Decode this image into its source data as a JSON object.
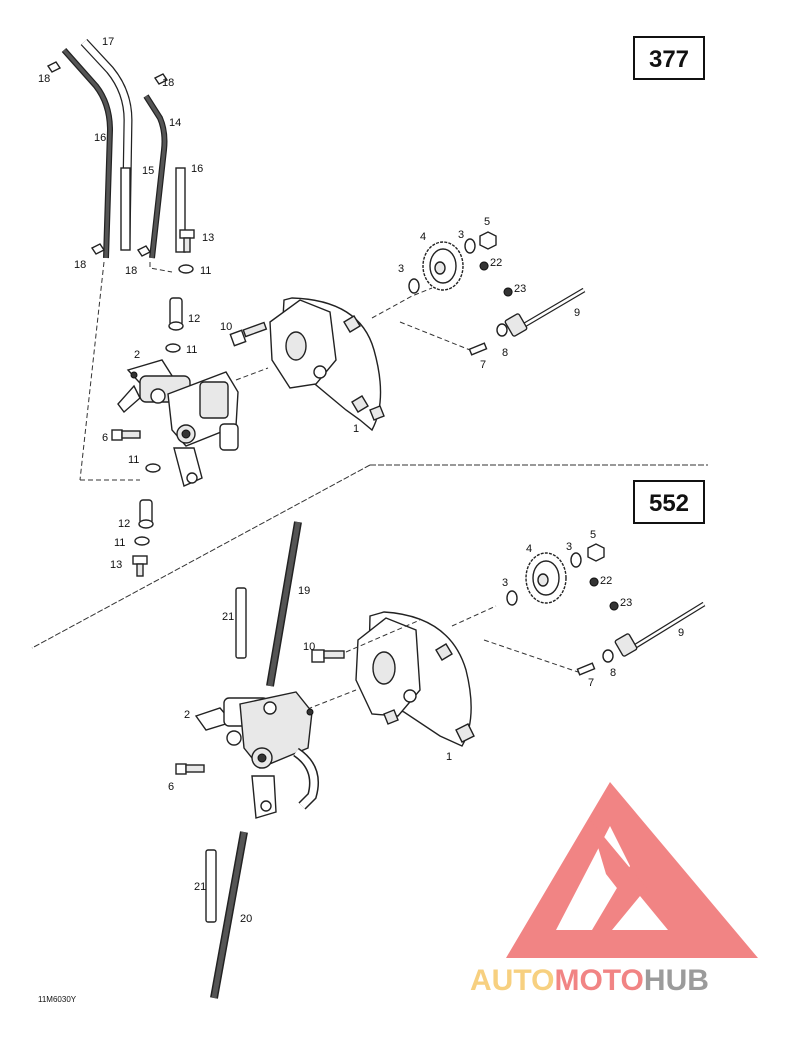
{
  "diagram": {
    "model_boxes": [
      "377",
      "552"
    ],
    "reference_code": "11M6030Y",
    "watermark": {
      "part1": "AUTO",
      "part2": "MOTO",
      "part3": "HUB",
      "logo_color": "#ef6f6f",
      "accent_color": "#f6c86a"
    },
    "labels_top": [
      "17",
      "18",
      "18",
      "16",
      "14",
      "15",
      "16",
      "13",
      "18",
      "18",
      "11",
      "12",
      "10",
      "2",
      "11",
      "6",
      "11",
      "12",
      "11",
      "13",
      "4",
      "3",
      "5",
      "22",
      "3",
      "23",
      "9",
      "8",
      "7",
      "1"
    ],
    "labels_bottom": [
      "19",
      "21",
      "10",
      "4",
      "3",
      "5",
      "22",
      "3",
      "23",
      "9",
      "8",
      "7",
      "2",
      "6",
      "1",
      "21",
      "20"
    ]
  }
}
